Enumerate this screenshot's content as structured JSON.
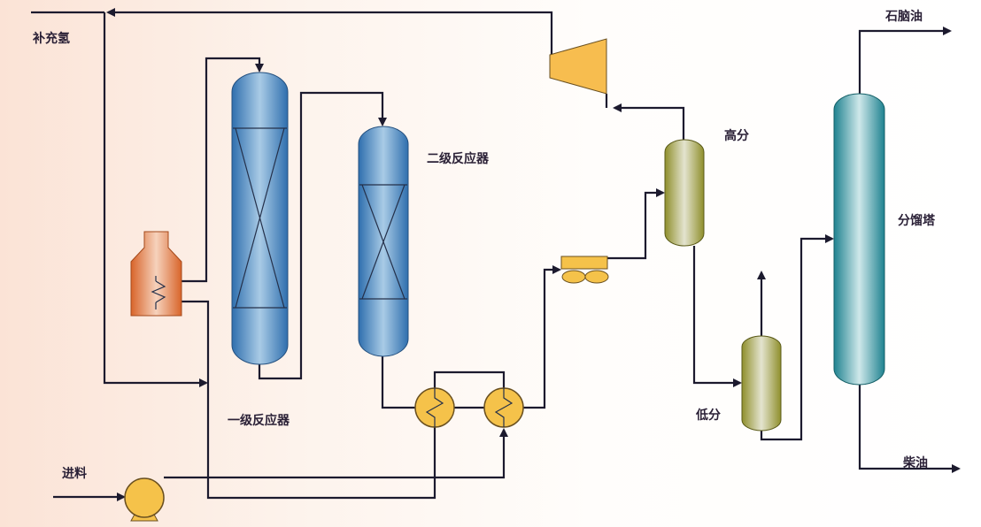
{
  "labels": {
    "makeup_hydrogen": "补充氢",
    "feed": "进料",
    "reactor_1": "一级反应器",
    "reactor_2": "二级反应器",
    "high_separator": "高分",
    "low_separator": "低分",
    "fractionator": "分馏塔",
    "naphtha": "石脑油",
    "diesel": "柴油"
  },
  "colors": {
    "reactor": "#3d7fbf",
    "heater": "#e07a3a",
    "compressor": "#f7bd4f",
    "separator": "#9a9a3a",
    "fractionator": "#2a8f9a",
    "exchanger": "#f5c24a"
  }
}
